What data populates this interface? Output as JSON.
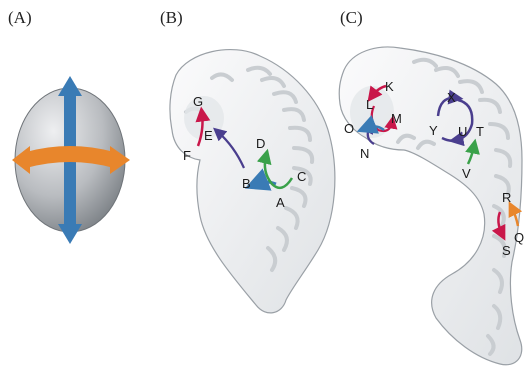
{
  "panels": {
    "a": {
      "label": "(A)"
    },
    "b": {
      "label": "(B)",
      "points": {
        "A": "A",
        "B": "B",
        "C": "C",
        "D": "D",
        "E": "E",
        "F": "F",
        "G": "G"
      }
    },
    "c": {
      "label": "(C)",
      "points": {
        "K": "K",
        "L": "L",
        "M": "M",
        "N": "N",
        "O": "O",
        "X": "X",
        "Y": "Y",
        "U": "U",
        "T": "T",
        "V": "V",
        "R": "R",
        "Q": "Q",
        "S": "S"
      }
    }
  },
  "colors": {
    "embryo_fill": "#f2f3f4",
    "embryo_outline": "#9aa0a6",
    "fold_shade": "#c9cdd1",
    "ellipse_fill": "#b9bcc0",
    "arrow_blue": "#3a7bb5",
    "arrow_orange": "#e8862c",
    "arrow_green": "#3aa14a",
    "arrow_purple": "#4a3e8e",
    "arrow_red": "#c9174a"
  }
}
